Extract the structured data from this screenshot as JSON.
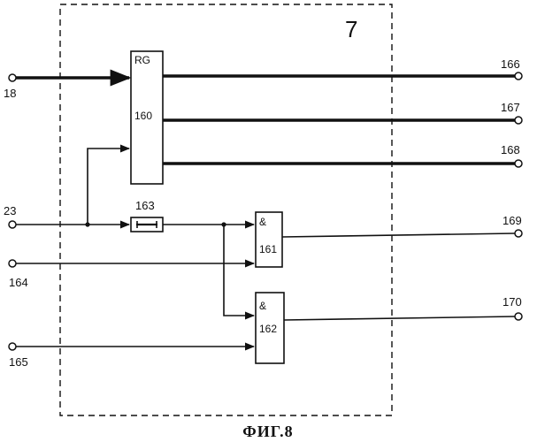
{
  "unit_number": "7",
  "caption": "ФИГ.8",
  "blocks": {
    "register": {
      "type_label": "RG",
      "number": "160"
    },
    "delay": {
      "number": "163"
    },
    "and1": {
      "type_label": "&",
      "number": "161"
    },
    "and2": {
      "type_label": "&",
      "number": "162"
    }
  },
  "terminals": {
    "in_18": "18",
    "in_23": "23",
    "in_164": "164",
    "in_165": "165",
    "out_166": "166",
    "out_167": "167",
    "out_168": "168",
    "out_169": "169",
    "out_170": "170"
  }
}
